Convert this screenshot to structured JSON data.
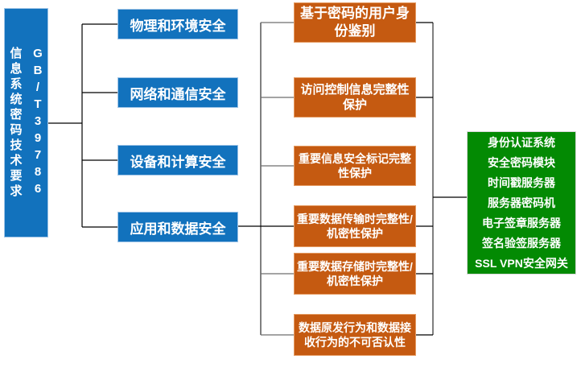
{
  "diagram": {
    "root": {
      "title": "信息系统密码技术要求",
      "code": "GB/T39786"
    },
    "level1": [
      {
        "label": "物理和环境安全"
      },
      {
        "label": "网络和通信安全"
      },
      {
        "label": "设备和计算安全"
      },
      {
        "label": "应用和数据安全"
      }
    ],
    "level2": [
      {
        "line1": "基于密码的用户身",
        "line2": "份鉴别",
        "connects_to_products": true
      },
      {
        "line1": "访问控制信息完整性",
        "line2": "保护",
        "connects_to_products": true
      },
      {
        "line1": "重要信息安全标记完整",
        "line2": "性保护",
        "connects_to_products": false
      },
      {
        "line1": "重要数据传输时完整性/",
        "line2": "机密性保护",
        "connects_to_products": true
      },
      {
        "line1": "重要数据存储时完整性/",
        "line2": "机密性保护",
        "connects_to_products": true
      },
      {
        "line1": "数据原发行为和数据接",
        "line2": "收行为的不可否认性",
        "connects_to_products": true
      }
    ],
    "products": [
      "身份认证系统",
      "安全密码模块",
      "时间戳服务器",
      "服务器密码机",
      "电子签章服务器",
      "签名验签服务器",
      "SSL VPN安全网关"
    ],
    "colors": {
      "level1_fill": "#1272BD",
      "level1_border": "#9DC3E6",
      "level2_fill": "#C55A11",
      "level2_border": "#E59B62",
      "products_fill": "#038A03",
      "connector_dark": "#000000",
      "connector_gray": "#808080"
    }
  }
}
